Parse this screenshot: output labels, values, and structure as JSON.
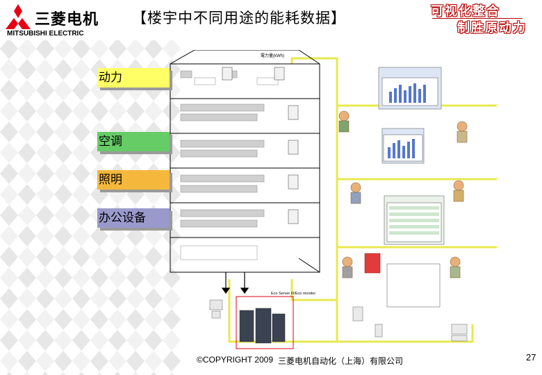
{
  "header": {
    "logo_cn": "三菱电机",
    "logo_en": "MITSUBISHI ELECTRIC",
    "title": "【楼宇中不同用途的能耗数据】",
    "slogan_line1": "可视化整合",
    "slogan_line2": "制胜原动力"
  },
  "categories": [
    {
      "label": "动力",
      "color": "#ffff66"
    },
    {
      "label": "空调",
      "color": "#66cc66"
    },
    {
      "label": "照明",
      "color": "#f5b83d"
    },
    {
      "label": "办公设备",
      "color": "#9999cc"
    }
  ],
  "diagram": {
    "top_label": "電力量(kWh)",
    "bottom_label": "Eco Server III/Eco monitor"
  },
  "footer": {
    "copyright": "©COPYRIGHT 2009",
    "company": "三菱电机自动化（上海）有限公司",
    "page_number": "27"
  },
  "colors": {
    "brand_red": "#e60012",
    "slogan_outline": "#b30000",
    "pattern_gray": "#c8c8c8",
    "wire_yellow": "#e8e850"
  }
}
